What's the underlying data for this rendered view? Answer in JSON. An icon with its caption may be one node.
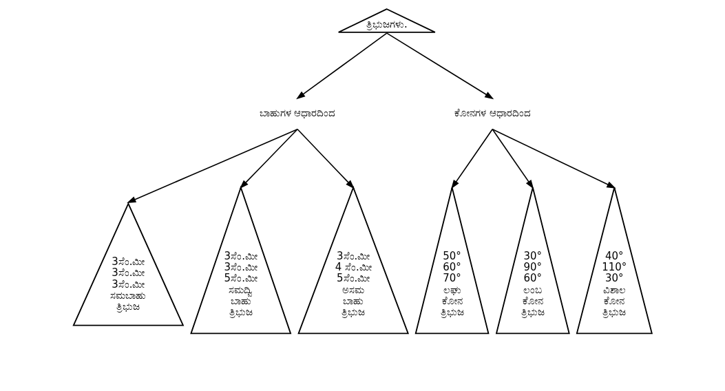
{
  "diagram": {
    "nodes": [
      {
        "text": [
          "ತ್ರಿಭುಜಗಳು."
        ]
      },
      {
        "text": [
          "ಬಾಹುಗಳ ಆಧಾರದಿಂದ"
        ]
      },
      {
        "text": [
          "ಕೋನಗಳ ಆಧಾರದಿಂದ"
        ]
      },
      {
        "text": [
          "3ಸೆಂ.ಮೀ",
          "3ಸೆಂ.ಮೀ",
          "3ಸೆಂ.ಮೀ",
          "ಸಮಬಾಹು ತ್ರಿಭುಜ"
        ]
      },
      {
        "text": [
          "3ಸೆಂ.ಮೀ",
          "3ಸೆಂ.ಮೀ",
          "5ಸೆಂ.ಮೀ",
          "ಸಮದ್ವಿ ಬಾಹು ತ್ರಿಭುಜ"
        ]
      },
      {
        "text": [
          "3ಸೆಂ.ಮೀ",
          "4 ಸೆಂ.ಮೀ",
          "5ಸೆಂ.ಮೀ",
          "ಅಸಮ ಬಾಹು ತ್ರಿಭುಜ"
        ]
      },
      {
        "text": [
          "50°",
          "60°",
          "70°",
          "ಲಘು ಕೋನ ತ್ರಿಭುಜ"
        ]
      },
      {
        "text": [
          "30°",
          "90°",
          "60°",
          "ಲಂಬ ಕೋನ ತ್ರಿಭುಜ"
        ]
      },
      {
        "text": [
          "40°",
          "110°",
          "30°",
          "ವಿಶಾಲ ಕೋನ ತ್ರಿಭುಜ"
        ]
      }
    ],
    "edges": [
      {
        "from": 0,
        "to": 1,
        "arrow": "to"
      },
      {
        "from": 0,
        "to": 2,
        "arrow": "to"
      },
      {
        "from": 1,
        "to": 3,
        "arrow": "to"
      },
      {
        "from": 1,
        "to": 4,
        "arrow": "to"
      },
      {
        "from": 1,
        "to": 5,
        "arrow": "to"
      },
      {
        "from": 2,
        "to": 6,
        "arrow": "to"
      },
      {
        "from": 2,
        "to": 7,
        "arrow": "to"
      },
      {
        "from": 2,
        "to": 8,
        "arrow": "to"
      }
    ]
  }
}
